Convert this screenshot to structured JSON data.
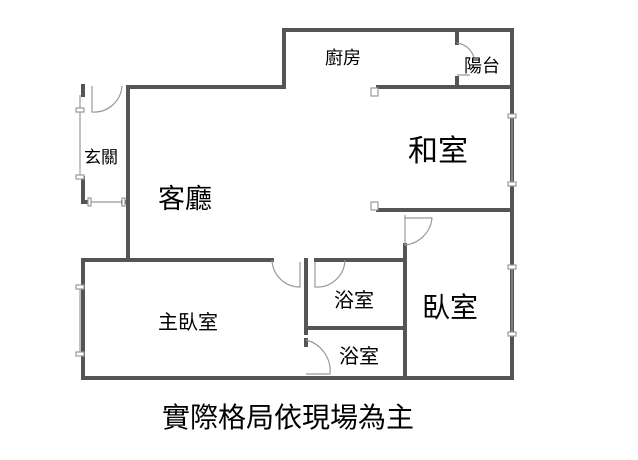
{
  "rooms": {
    "kitchen": "廚房",
    "balcony": "陽台",
    "japanese_room": "和室",
    "entrance": "玄關",
    "living_room": "客廳",
    "bathroom_1": "浴室",
    "bathroom_2": "浴室",
    "bedroom": "臥室",
    "master_bedroom": "主臥室"
  },
  "caption": "實際格局依現場為主",
  "colors": {
    "wall": "#555555",
    "window": "#888888"
  }
}
